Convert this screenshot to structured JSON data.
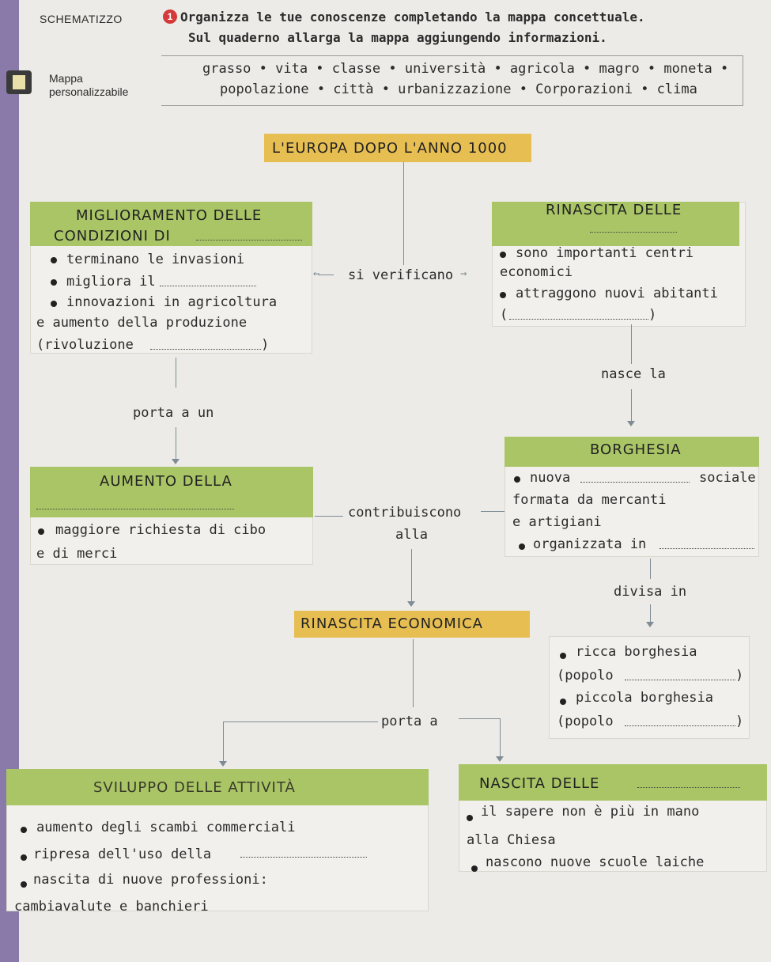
{
  "header": {
    "label": "SCHEMATIZZO",
    "task_number": "1",
    "task_line1": "Organizza le tue conoscenze completando la mappa concettuale.",
    "task_line2": "Sul quaderno allarga la mappa aggiungendo informazioni.",
    "map_label_1": "Mappa",
    "map_label_2": "personalizzabile"
  },
  "word_bank": {
    "line1": "grasso • vita • classe • università • agricola • magro • moneta •",
    "line2": "popolazione • città • urbanizzazione • Corporazioni • clima"
  },
  "map": {
    "root": "L'EUROPA DOPO L'ANNO 1000",
    "miglioramento": {
      "title1": "MIGLIORAMENTO DELLE",
      "title2": "CONDIZIONI DI",
      "b1": "terminano le invasioni",
      "b2": "migliora il",
      "b3": "innovazioni in agricoltura",
      "b3b": "e aumento della produzione",
      "b3c": "(rivoluzione"
    },
    "si_verificano": "si verificano",
    "rinascita_delle": {
      "title": "RINASCITA DELLE",
      "b1": "sono importanti centri",
      "b1b": "economici",
      "b2": "attraggono nuovi abitanti",
      "b2b": "(",
      "b2c": ")"
    },
    "porta_a_un": "porta a un",
    "nasce_la": "nasce la",
    "aumento": {
      "title": "AUMENTO DELLA",
      "b1": "maggiore richiesta di cibo",
      "b1b": "e di merci"
    },
    "contribuiscono": "contribuiscono",
    "alla": "alla",
    "borghesia": {
      "title": "BORGHESIA",
      "b1": "nuova",
      "b1_end": "sociale",
      "b1b": "formata da mercanti",
      "b1c": "e artigiani",
      "b2": "organizzata in"
    },
    "divisa_in": "divisa in",
    "rinascita_economica": "RINASCITA ECONOMICA",
    "divisions": {
      "b1": "ricca borghesia",
      "b1b": "(popolo",
      "b2": "piccola borghesia",
      "b2b": "(popolo",
      "close": ")"
    },
    "porta_a": "porta a",
    "sviluppo": {
      "title": "SVILUPPO DELLE ATTIVITÀ",
      "b1": "aumento degli scambi commerciali",
      "b2": "ripresa dell'uso della",
      "b3": "nascita di nuove professioni:",
      "b3b": "cambiavalute e banchieri"
    },
    "nascita": {
      "title": "NASCITA DELLE",
      "b1": "il sapere non è più in mano",
      "b1b": "alla Chiesa",
      "b2": "nascono nuove scuole laiche"
    }
  },
  "colors": {
    "green": "#a9c566",
    "yellow": "#e7be52",
    "accent": "#d43a3a"
  }
}
